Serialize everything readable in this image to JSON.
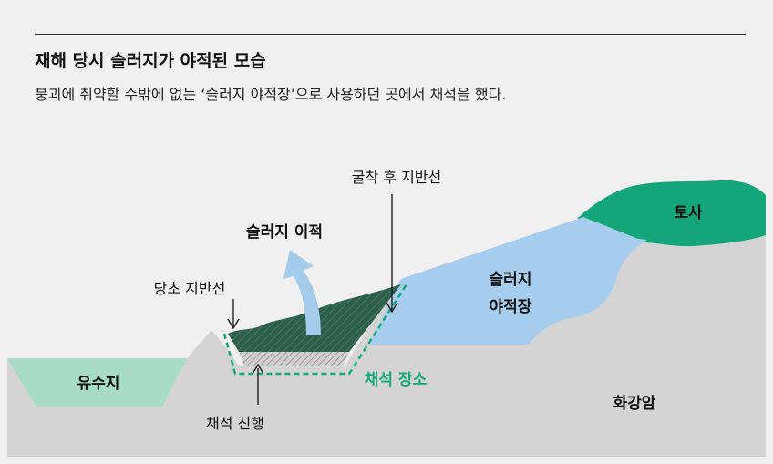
{
  "header": {
    "title": "재해 당시 슬러지가 야적된 모습",
    "subtitle": "붕괴에 취약할 수밖에 없는 ‘슬러지 야적장’으로 사용하던 곳에서 채석을 했다."
  },
  "labels": {
    "post_excavation_ground": "굴착 후 지반선",
    "sludge_moved": "슬러지 이적",
    "original_ground": "당초 지반선",
    "pond": "유수지",
    "excavation_progress": "채석 진행",
    "quarry_site": "채석 장소",
    "sludge_yard_line1": "슬러지",
    "sludge_yard_line2": "야적장",
    "soil": "토사",
    "granite": "화강암"
  },
  "colors": {
    "rock": "#d4d4d4",
    "pond": "#a8dcc6",
    "sludge_yard": "#a6cdee",
    "soil": "#14a67a",
    "sludge_dark": "#2f5e4d",
    "quarry_line": "#16a77a",
    "arrow": "#a4cbe9"
  }
}
